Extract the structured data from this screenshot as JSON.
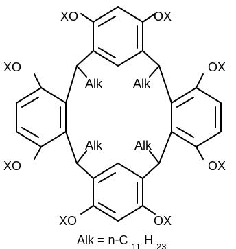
{
  "molecule": {
    "substituent_label": "XO",
    "substituent_label_right": "OX",
    "alkyl_label": "Alk"
  },
  "caption": {
    "lhs": "Alk = n-C",
    "sub1": "11",
    "mid": "H",
    "sub2": "23"
  },
  "colors": {
    "ink": "#000000",
    "background": "#ffffff"
  }
}
